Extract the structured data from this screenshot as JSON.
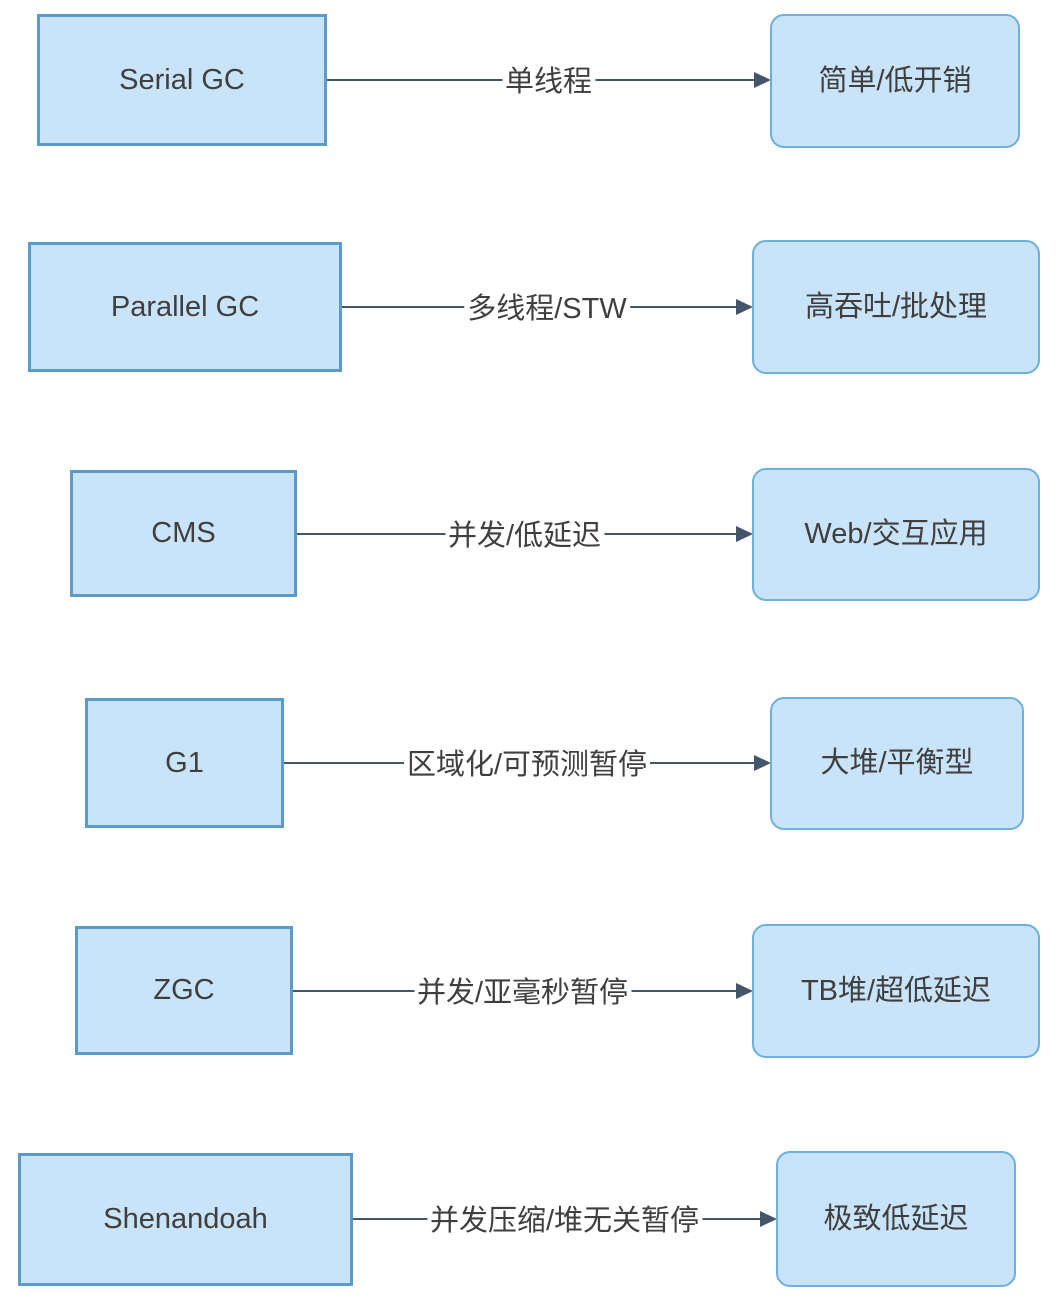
{
  "diagram": {
    "rows": [
      {
        "source": "Serial GC",
        "label": "单线程",
        "target": "简单/低开销"
      },
      {
        "source": "Parallel GC",
        "label": "多线程/STW",
        "target": "高吞吐/批处理"
      },
      {
        "source": "CMS",
        "label": "并发/低延迟",
        "target": "Web/交互应用"
      },
      {
        "source": "G1",
        "label": "区域化/可预测暂停",
        "target": "大堆/平衡型"
      },
      {
        "source": "ZGC",
        "label": "并发/亚毫秒暂停",
        "target": "TB堆/超低延迟"
      },
      {
        "source": "Shenandoah",
        "label": "并发压缩/堆无关暂停",
        "target": "极致低延迟"
      }
    ],
    "colors": {
      "node_fill": "#c9e3f8",
      "node_border": "#5b9bc9",
      "node_border_rounded": "#6db0e0",
      "edge": "#44546a",
      "text": "#3f3f3f",
      "background": "#ffffff"
    }
  }
}
